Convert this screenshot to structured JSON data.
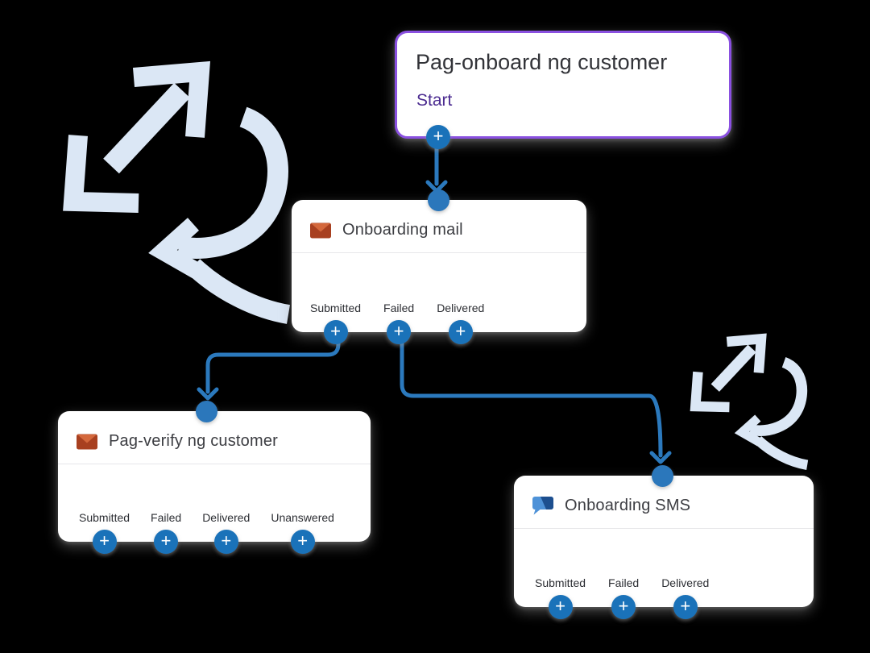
{
  "palette": {
    "background": "#000000",
    "node_background": "#ffffff",
    "start_border_purple": "#8a50e0",
    "start_text_purple": "#4b2b90",
    "title_text": "#3c3d42",
    "label_text": "#2c2e33",
    "connector_blue": "#2b79bd",
    "plus_button_blue": "#1a72b9",
    "port_blue": "#2b77bb",
    "decor_light_blue": "#dbe7f5",
    "mail_icon_body": "#a84020",
    "mail_icon_flap": "#d4683c",
    "sms_icon_light": "#4e92d8",
    "sms_icon_dark": "#1d4f8f"
  },
  "controls": {
    "plus_label": "+"
  },
  "nodes": {
    "start": {
      "title": "Pag-onboard ng customer",
      "subtitle": "Start"
    },
    "mail": {
      "title": "Onboarding mail",
      "icon": "mail-icon",
      "outputs": [
        "Submitted",
        "Failed",
        "Delivered"
      ]
    },
    "verify": {
      "title": "Pag-verify ng customer",
      "icon": "mail-icon",
      "outputs": [
        "Submitted",
        "Failed",
        "Delivered",
        "Unanswered"
      ]
    },
    "sms": {
      "title": "Onboarding SMS",
      "icon": "sms-icon",
      "outputs": [
        "Submitted",
        "Failed",
        "Delivered"
      ]
    }
  }
}
